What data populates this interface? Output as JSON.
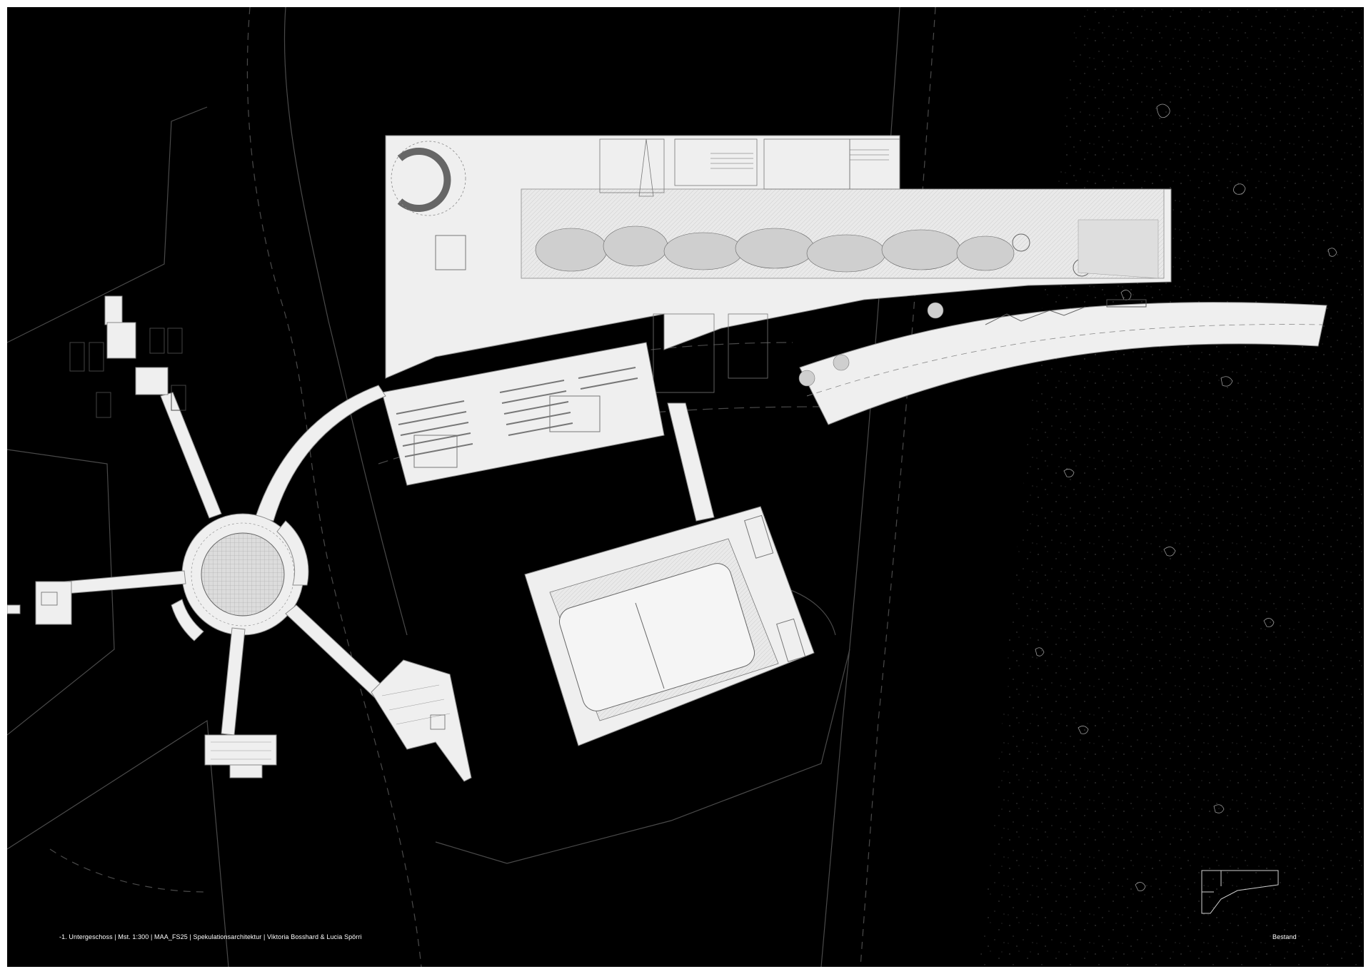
{
  "drawing": {
    "caption": "-1. Untergeschoss | Mst. 1:300 | MAA_FS25 | Spekulationsarchitektur | Viktoria Bosshard & Lucia Spörri",
    "key_plan_label": "Bestand"
  },
  "colors": {
    "background": "#000000",
    "paper": "#ffffff",
    "floor": "#efefef",
    "line": "#8a8a8a",
    "dashed_line": "#4a4a4a"
  },
  "icons": [
    "north-key-plan-icon",
    "forest-texture",
    "tree-canopy"
  ]
}
